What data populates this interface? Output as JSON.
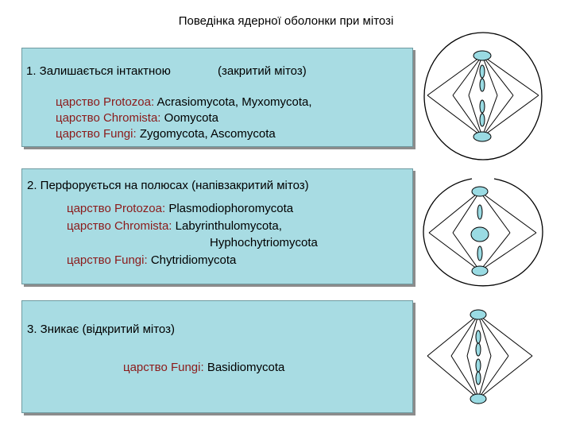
{
  "title": "Поведінка ядерної оболонки при мітозі",
  "box1": {
    "heading": "1. Залишається інтактною",
    "note": "(закритий мітоз)",
    "rows": [
      {
        "kingdom": "царство Protozoa:",
        "taxa": " Acrasiomycota, Myxomycota,"
      },
      {
        "kingdom": "царство Chromista:",
        "taxa": " Oomycota"
      },
      {
        "kingdom": "царство Fungi:",
        "taxa": " Zygomycota, Ascomycota"
      }
    ]
  },
  "box2": {
    "heading": "2. Перфорується на полюсах (напівзакритий мітоз)",
    "rows": [
      {
        "kingdom": "царство Protozoa:",
        "taxa": " Plasmodiophoromycota"
      },
      {
        "kingdom": "царство Chromista:",
        "taxa": " Labyrinthulomycota,"
      },
      {
        "kingdom": "",
        "taxa": "Hyphochytriomycota"
      },
      {
        "kingdom": "царство Fungi:",
        "taxa": " Chytridiomycota"
      }
    ]
  },
  "box3": {
    "heading": "3. Зникає (відкритий мітоз)",
    "rows": [
      {
        "kingdom": "царство Fungi:",
        "taxa": " Basidiomycota"
      }
    ]
  }
}
